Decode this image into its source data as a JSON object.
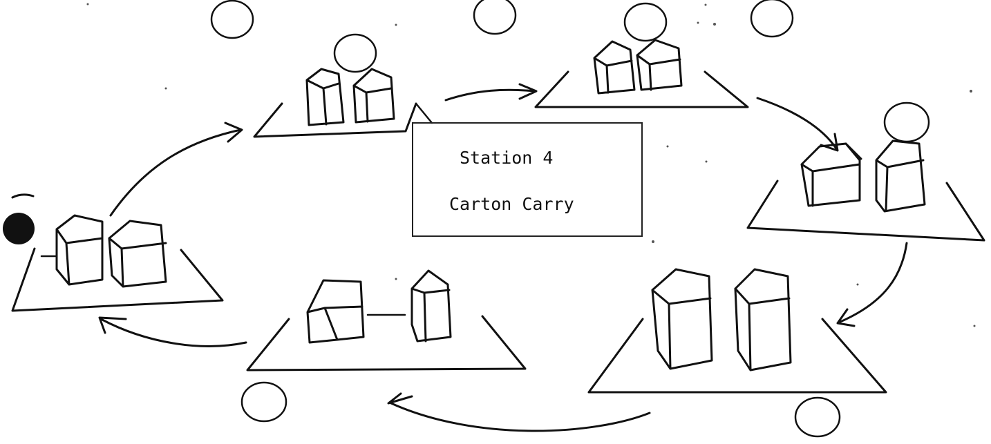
{
  "station": {
    "title": "Station 4",
    "name": "Carton Carry"
  },
  "diagram": {
    "description_free": true,
    "tables": [
      {
        "id": "table-start",
        "cartons": 2,
        "marker": "filled"
      },
      {
        "id": "table-top-left",
        "cartons": 2,
        "marker": "open"
      },
      {
        "id": "table-top-right",
        "cartons": 2,
        "marker": "open"
      },
      {
        "id": "table-right",
        "cartons": 2,
        "marker": "open"
      },
      {
        "id": "table-bottom-right",
        "cartons": 2,
        "marker": "open"
      },
      {
        "id": "table-bottom-left",
        "cartons": 2,
        "marker": "open"
      }
    ],
    "flow": "clockwise",
    "colors": {
      "ink": "#111111",
      "paper": "#ffffff"
    }
  }
}
